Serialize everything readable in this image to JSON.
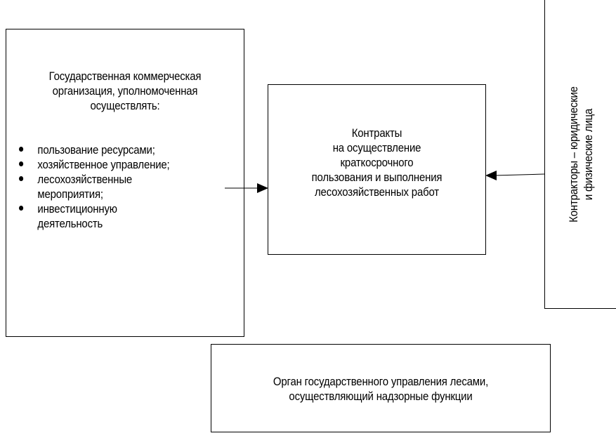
{
  "left_box": {
    "title_lines": [
      "Государственная коммерческая",
      "организация, уполномоченная",
      "осуществлять:"
    ],
    "items": [
      [
        "пользование ресурсами;"
      ],
      [
        "хозяйственное управление;"
      ],
      [
        "лесохозяйственные",
        "мероприятия;"
      ],
      [
        "инвестиционную",
        "деятельность"
      ]
    ]
  },
  "center_box": {
    "lines": [
      "Контракты",
      "на осуществление",
      "краткосрочного",
      "пользования и выполнения",
      "лесохозяйственных работ"
    ]
  },
  "right_box": {
    "lines": [
      "Контракторы – юридические",
      "и физические лица"
    ]
  },
  "bottom_box": {
    "lines": [
      "Орган государственного управления лесами,",
      "осуществляющий надзорные функции"
    ]
  },
  "colors": {
    "line": "#000000",
    "background": "#ffffff"
  }
}
